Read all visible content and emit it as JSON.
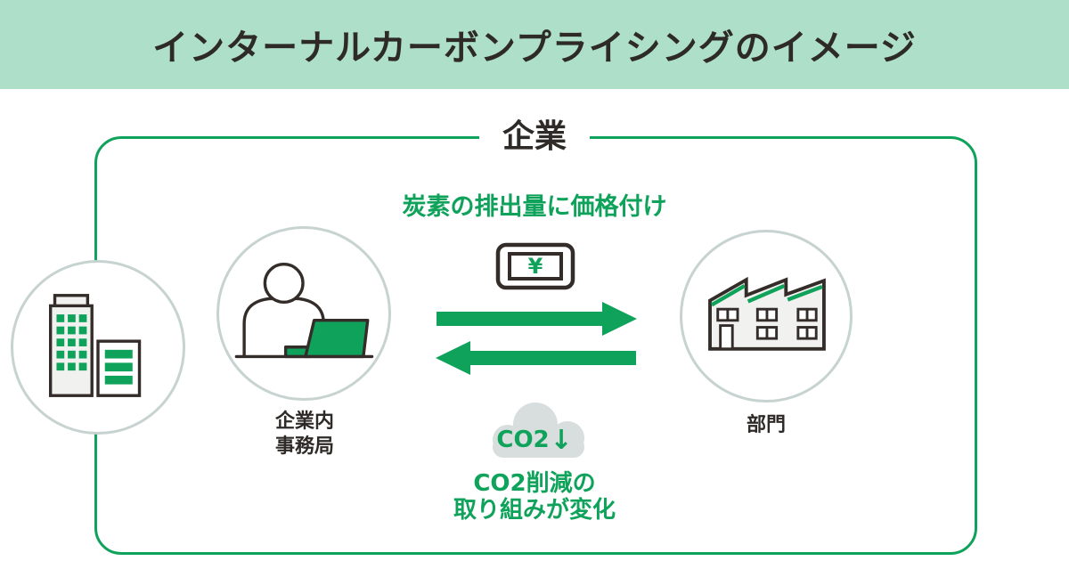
{
  "banner": {
    "title": "インターナルカーボンプライシングのイメージ"
  },
  "frame": {
    "label": "企業"
  },
  "nodes": {
    "company_building": {
      "icon": "office-buildings-icon"
    },
    "office": {
      "icon": "person-at-laptop-icon",
      "label_line1": "企業内",
      "label_line2": "事務局"
    },
    "department": {
      "icon": "factory-icon",
      "label": "部門"
    }
  },
  "flow": {
    "top_caption": "炭素の排出量に価格付け",
    "money_symbol": "¥",
    "money_icon": "banknote-yen-icon",
    "arrow_right_icon": "arrow-right-icon",
    "arrow_left_icon": "arrow-left-icon",
    "cloud_icon": "co2-cloud-icon",
    "cloud_label": "CO2",
    "cloud_arrow": "↓",
    "bottom_caption_line1": "CO2削減の",
    "bottom_caption_line2": "取り組みが変化"
  },
  "colors": {
    "green": "#0fa25a",
    "banner": "#aedfc8",
    "dark": "#2e2a27",
    "outline": "#332c28",
    "circle_border": "#c7d3d1",
    "factory_fill": "#f1f1ef",
    "cloud_fill": "#d7dedd"
  }
}
